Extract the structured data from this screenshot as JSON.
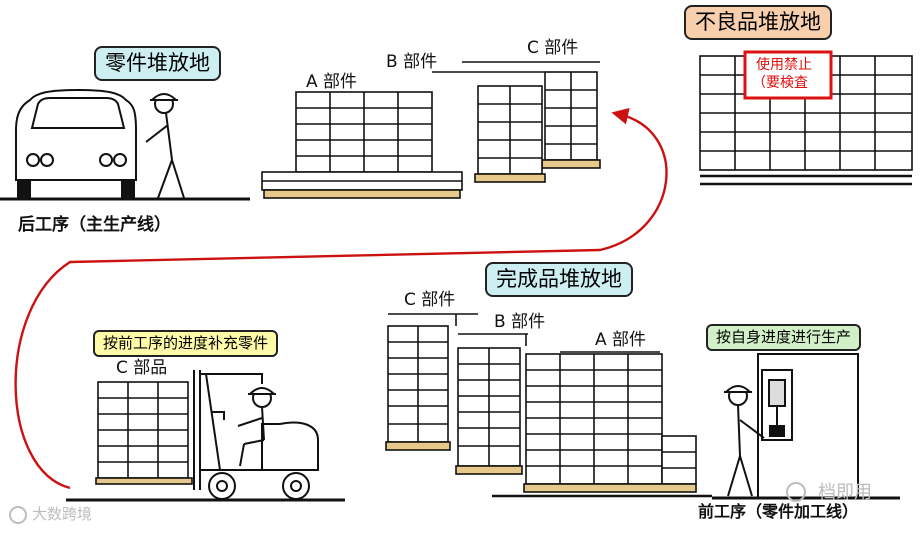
{
  "labels": {
    "parts_area": "零件堆放地",
    "defective_area": "不良品堆放地",
    "finished_area": "完成品堆放地",
    "no_use_line1": "使用禁止",
    "no_use_line2": "（要検査",
    "rear_process": "后工序（主生产线）",
    "front_process": "前工序（零件加工线）",
    "replenish": "按前工序的进度补充零件",
    "produce": "按自身进度进行生产",
    "top_a": "A 部件",
    "top_b": "B 部件",
    "top_c": "C 部件",
    "bot_a": "A 部件",
    "bot_b": "B 部件",
    "bot_c": "C 部件",
    "forklift_c": "C 部品"
  },
  "watermarks": {
    "right": "档即用",
    "left": "大数跨境"
  },
  "colors": {
    "cyan_box": "#cdeff2",
    "orange_box": "#f8cfad",
    "yellow_box": "#fffaa8",
    "green_box": "#d2f0c7",
    "arrow": "#cc1111",
    "warning": "#dd1111"
  }
}
